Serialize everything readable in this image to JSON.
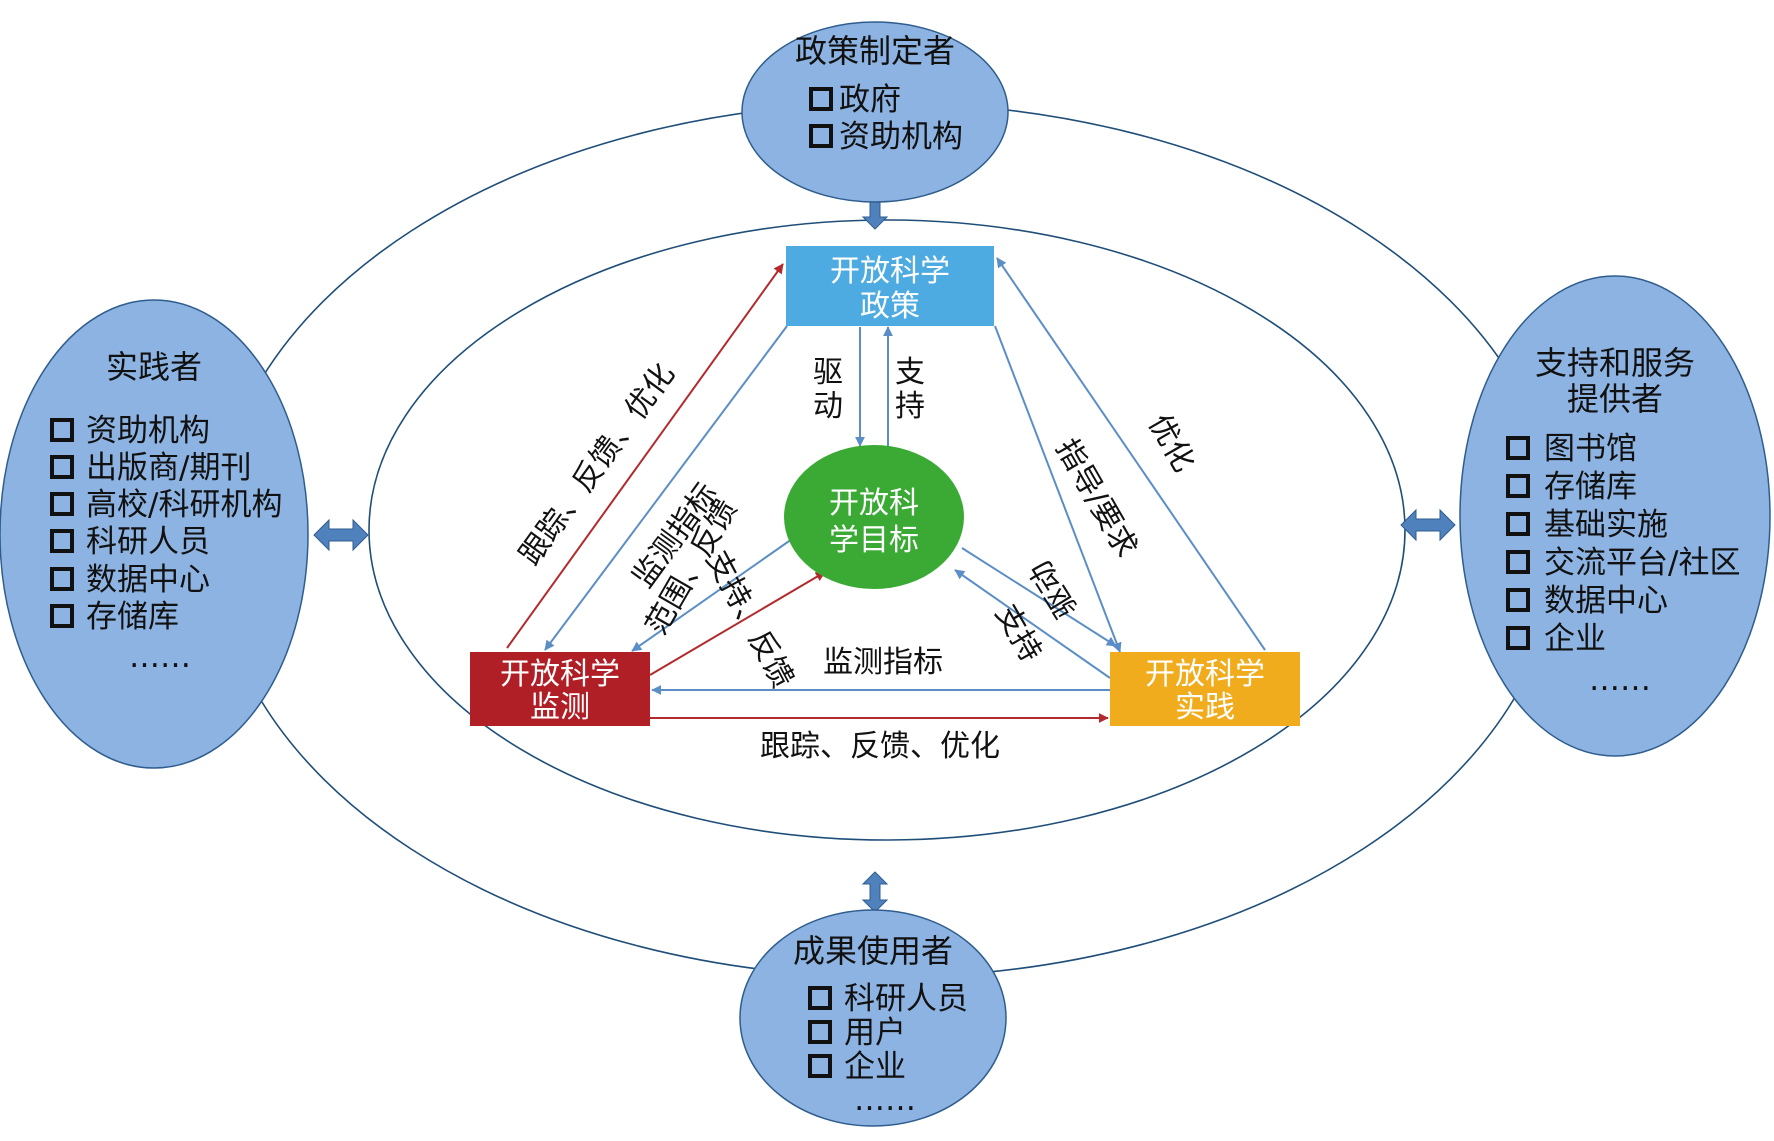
{
  "colors": {
    "policy_box": "#4EABE1",
    "practice_box": "#F0AC1D",
    "monitor_box": "#B01F26",
    "goal_circle": "#3AAA35",
    "stakeholder_fill": "#8DB3E2",
    "stakeholder_stroke": "#2E5D8E",
    "ring_stroke": "#1F4E79",
    "blue_arrow": "#5B8EC6",
    "red_arrow": "#B22A2E",
    "connector": "#4F81BD"
  },
  "core": {
    "policy": {
      "line1": "开放科学",
      "line2": "政策"
    },
    "goal": {
      "line1": "开放科",
      "line2": "学目标"
    },
    "monitor": {
      "line1": "开放科学",
      "line2": "监测"
    },
    "practice": {
      "line1": "开放科学",
      "line2": "实践"
    }
  },
  "relations": {
    "policy_to_goal": [
      "驱",
      "动"
    ],
    "goal_to_policy": [
      "支",
      "持"
    ],
    "monitor_to_policy": "跟踪、反馈、优化",
    "policy_to_monitor": "监测指标",
    "goal_to_monitor": "范围、反馈",
    "monitor_to_goal": "支持、反馈",
    "policy_to_practice": "指导/要求",
    "practice_to_policy": "优化",
    "goal_to_practice": "驱动",
    "practice_to_goal": "支持",
    "practice_to_monitor": "监测指标",
    "monitor_to_practice": "跟踪、反馈、优化"
  },
  "stakeholders": {
    "top": {
      "title": "政策制定者",
      "items": [
        "政府",
        "资助机构"
      ]
    },
    "left": {
      "title": "实践者",
      "items": [
        "资助机构",
        "出版商/期刊",
        "高校/科研机构",
        "科研人员",
        "数据中心",
        "存储库"
      ],
      "more": "……"
    },
    "right": {
      "title_line1": "支持和服务",
      "title_line2": "提供者",
      "items": [
        "图书馆",
        "存储库",
        "基础实施",
        "交流平台/社区",
        "数据中心",
        "企业"
      ],
      "more": "……"
    },
    "bottom": {
      "title": "成果使用者",
      "items": [
        "科研人员",
        "用户",
        "企业"
      ],
      "more": "……"
    }
  }
}
